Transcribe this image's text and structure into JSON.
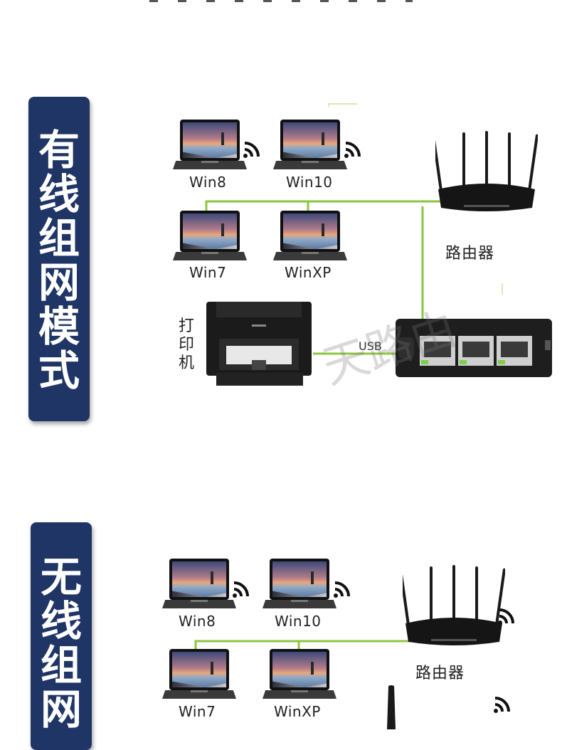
{
  "sections": [
    {
      "banner_title": "有线组网模式",
      "devices": {
        "pc1": "Win8",
        "pc2": "Win10",
        "pc3": "Win7",
        "pc4": "WinXP",
        "router": "路由器",
        "printer": "打印机",
        "usb": "USB"
      }
    },
    {
      "banner_title": "无线组网",
      "devices": {
        "pc1": "Win8",
        "pc2": "Win10",
        "pc3": "Win7",
        "pc4": "WinXP",
        "router": "路由器"
      }
    }
  ],
  "watermark": "天路由",
  "colors": {
    "banner": "#1f3566",
    "cable": "#8dc63f"
  },
  "icons": [
    "laptop-icon",
    "wifi-icon",
    "router-icon",
    "printer-icon",
    "print-server-icon"
  ]
}
